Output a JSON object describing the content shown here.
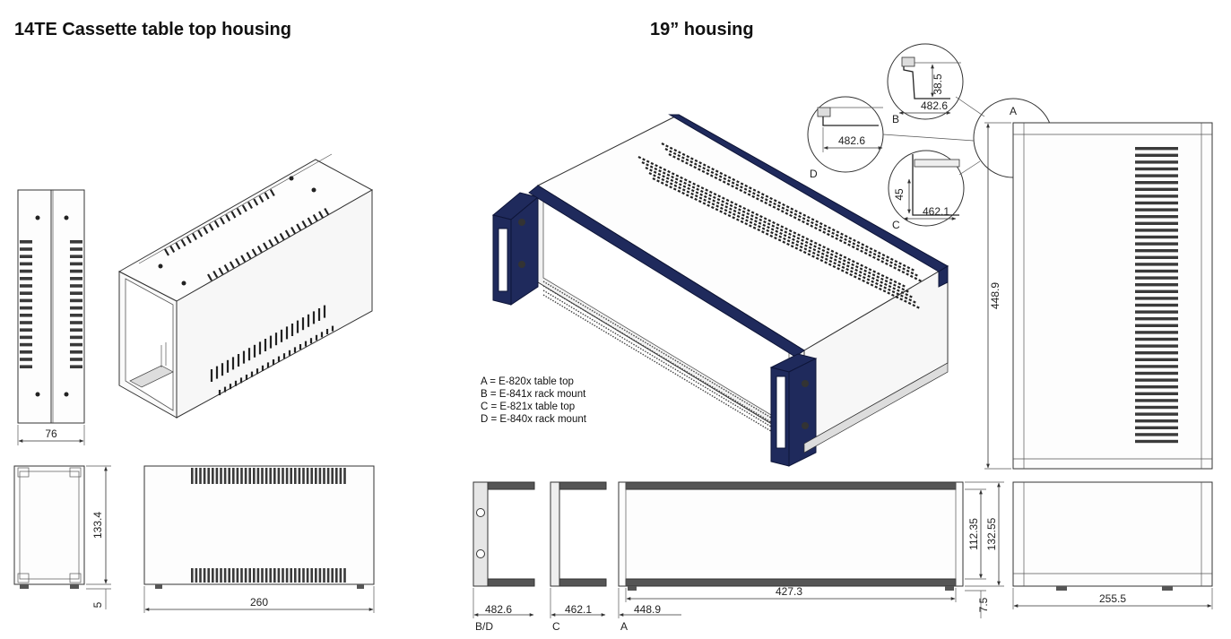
{
  "titles": {
    "left": "14TE Cassette table top housing",
    "right": "19” housing"
  },
  "left_dims": {
    "width_front": "76",
    "height": "133.4",
    "foot": "5",
    "depth": "260"
  },
  "right_dims": {
    "detail_b_height": "38.5",
    "detail_b_width": "482.6",
    "detail_d_width": "482.6",
    "detail_c_height": "45",
    "detail_c_width": "462.1",
    "side_depth": "448.9",
    "front_height_inner": "112.35",
    "front_height_outer": "132.55",
    "front_width": "427.3",
    "foot": "7.5",
    "side_width": "255.5",
    "bd_width": "482.6",
    "c_width": "462.1",
    "a_width": "448.9"
  },
  "detail_labels": {
    "a": "A",
    "b": "B",
    "c": "C",
    "d": "D"
  },
  "view_labels": {
    "bd": "B/D",
    "c": "C",
    "a": "A"
  },
  "legend": [
    "A = E-820x table top",
    "B = E-841x rack mount",
    "C = E-821x table top",
    "D = E-840x rack mount"
  ],
  "colors": {
    "frame_navy": "#1f2a5c",
    "line": "#333333"
  }
}
